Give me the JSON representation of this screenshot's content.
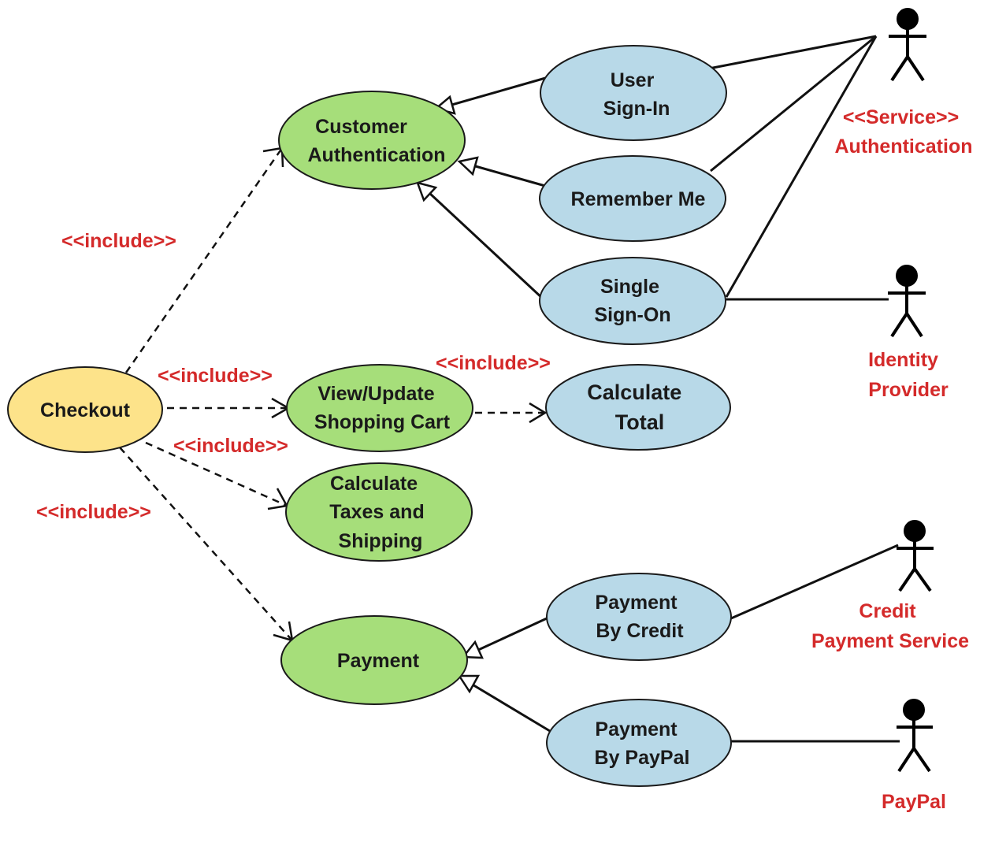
{
  "colors": {
    "green": "#a6de7a",
    "blue": "#b8d9e8",
    "yellow": "#fde38a",
    "outline": "#1a1a1a",
    "label_red": "#d42a2a"
  },
  "use_cases": {
    "checkout": [
      "Checkout"
    ],
    "customer_auth": [
      "Customer",
      "Authentication"
    ],
    "user_signin": [
      "User",
      "Sign-In"
    ],
    "remember_me": [
      "Remember Me"
    ],
    "single_signon": [
      "Single",
      "Sign-On"
    ],
    "view_cart": [
      "View/Update",
      "Shopping Cart"
    ],
    "calc_total": [
      "Calculate",
      "Total"
    ],
    "calc_taxes": [
      "Calculate",
      "Taxes and",
      "Shipping"
    ],
    "payment": [
      "Payment"
    ],
    "pay_credit": [
      "Payment",
      "By Credit"
    ],
    "pay_paypal": [
      "Payment",
      "By PayPal"
    ]
  },
  "actors": {
    "auth_service": [
      "<<Service>>",
      "Authentication"
    ],
    "identity_provider": [
      "Identity",
      "Provider"
    ],
    "credit_service": [
      "Credit",
      "Payment Service"
    ],
    "paypal": [
      "PayPal"
    ]
  },
  "stereotypes": {
    "include": "<<include>>"
  }
}
